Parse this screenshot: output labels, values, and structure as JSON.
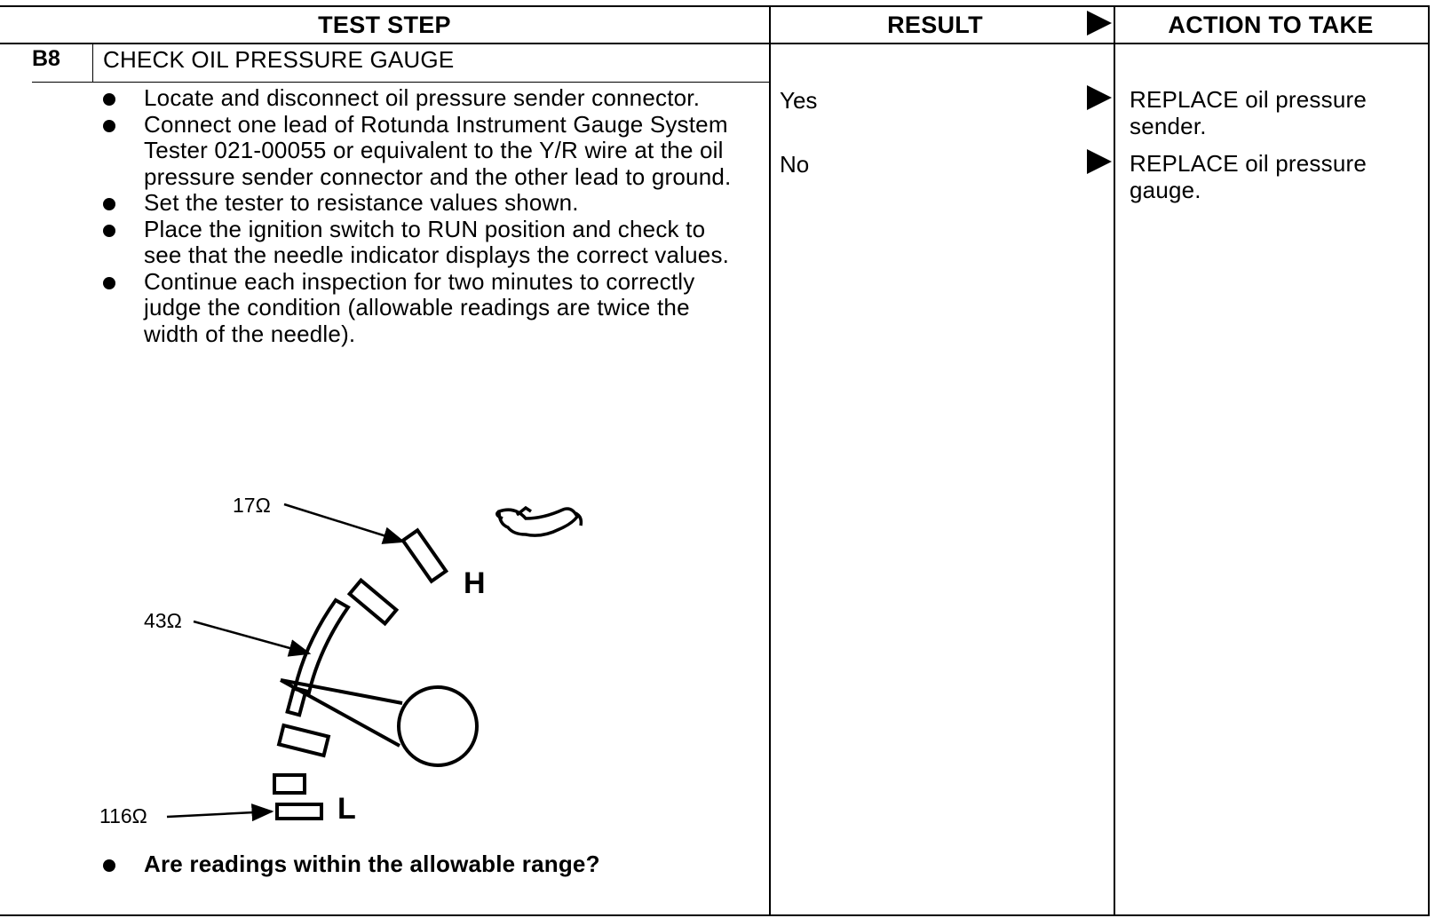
{
  "header": {
    "test_step": "TEST STEP",
    "result": "RESULT",
    "action": "ACTION TO TAKE"
  },
  "step": {
    "id": "B8",
    "title": "CHECK OIL PRESSURE GAUGE",
    "bullets": [
      "Locate and disconnect oil pressure sender connector.",
      "Connect one lead of Rotunda Instrument Gauge System Tester 021-00055 or equivalent to the Y/R wire at the oil pressure sender connector and the other lead to ground.",
      "Set the tester to resistance values shown.",
      "Place the ignition switch to RUN position and check to see that the needle indicator displays the correct values.",
      "Continue each inspection for two minutes to correctly judge the condition (allowable readings are twice the width of the needle)."
    ],
    "question": "Are readings within the allowable range?"
  },
  "results": [
    {
      "result": "Yes",
      "action": "REPLACE oil pressure sender."
    },
    {
      "result": "No",
      "action": "REPLACE oil pressure gauge."
    }
  ],
  "diagram": {
    "labels": {
      "high": "17Ω",
      "mid": "43Ω",
      "low": "116Ω"
    },
    "letters": {
      "high": "H",
      "low": "L"
    },
    "icon": "oil-can-icon"
  }
}
